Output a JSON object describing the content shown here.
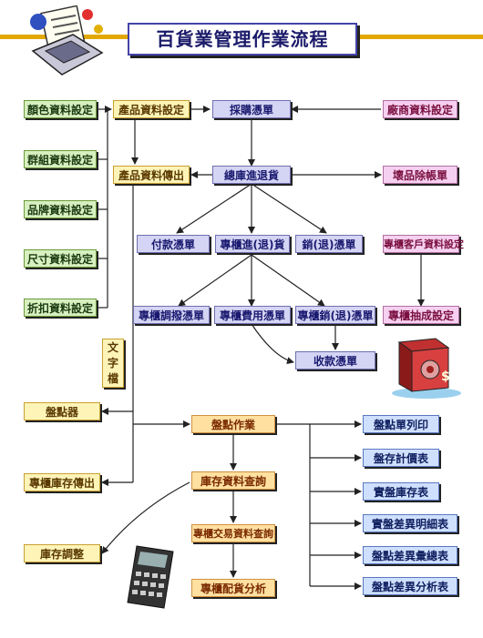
{
  "title": "百貨業管理作業流程",
  "settings": [
    "顏色資料設定",
    "群組資料設定",
    "品牌資料設定",
    "尺寸資料設定",
    "折扣資料設定"
  ],
  "product_setup": "產品資料設定",
  "product_transfer": "產品資料傳出",
  "purchase_order": "採購憑單",
  "vendor_setup": "廠商資料設定",
  "stock_in_out": "總庫進退貨",
  "bad_goods": "壞品除帳單",
  "payment": "付款憑單",
  "counter_in_out": "專櫃進(退)貨",
  "sales_return": "銷(退)憑單",
  "counter_customer": "專櫃客戶資料設定",
  "counter_transfer": "專櫃調撥憑單",
  "counter_expense": "專櫃費用憑單",
  "counter_sales": "專櫃銷(退)憑單",
  "commission": "專櫃抽成設定",
  "receipt": "收款憑單",
  "text_file": "文字檔",
  "counter_device": "盤點器",
  "inventory_work": "盤點作業",
  "counter_stock_transfer": "專櫃庫存傳出",
  "stock_query": "庫存資料查詢",
  "stock_adjust": "庫存調整",
  "counter_trans_query": "專櫃交易資料查詢",
  "counter_allocation": "專櫃配貨分析",
  "reports": [
    "盤點單列印",
    "盤存計價表",
    "實盤庫存表",
    "實盤差異明細表",
    "盤點差異彙總表",
    "盤點差異分析表"
  ]
}
